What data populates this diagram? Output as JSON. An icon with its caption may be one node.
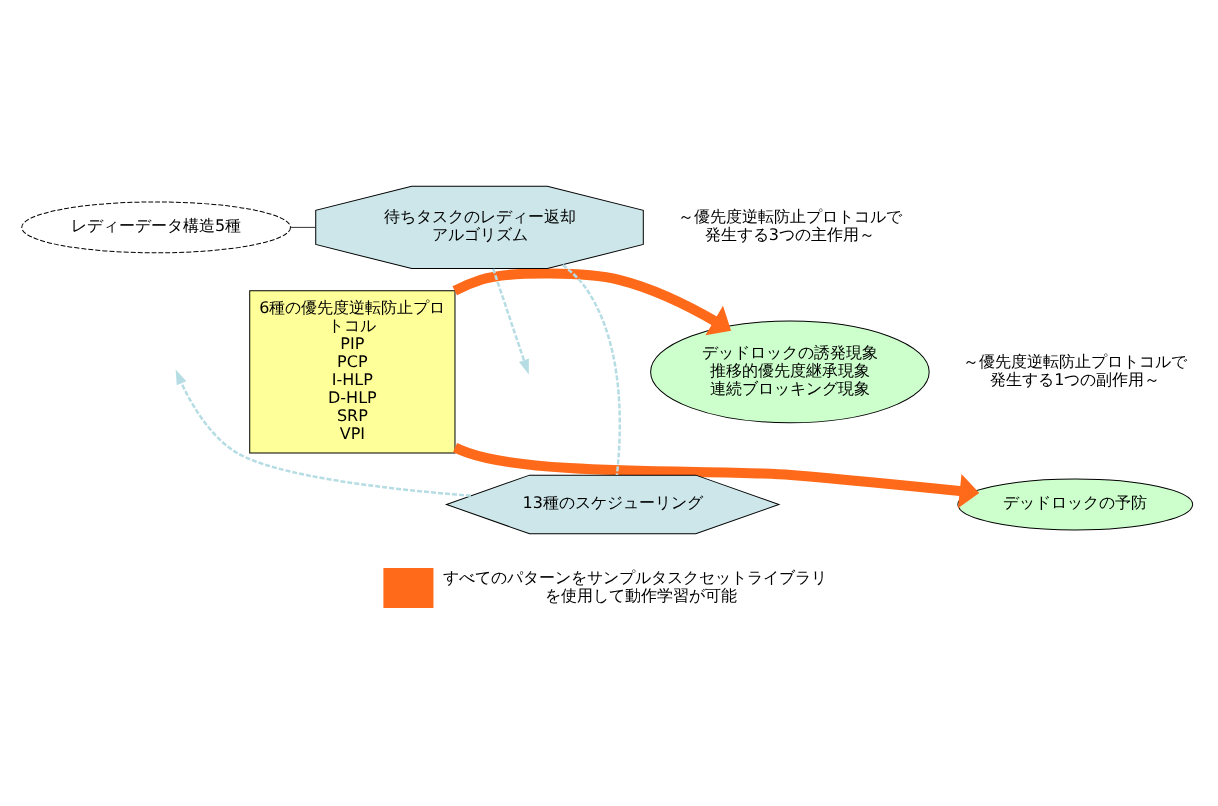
{
  "diagram": {
    "nodes": [
      {
        "text": [
          "6種の優先度逆転防止プロトコル",
          "PIP",
          "PCP",
          "I-HLP",
          "D-HLP",
          "SRP",
          "VPI"
        ]
      },
      {
        "text": [
          "待ちタスクのレディー返却アルゴリズム"
        ]
      },
      {
        "text": [
          "レディーデータ構造5種"
        ]
      },
      {
        "text": [
          "デッドロックの誘発現象",
          "推移的優先度継承現象",
          "連続ブロッキング現象"
        ]
      },
      {
        "text": [
          "デッドロックの予防"
        ]
      },
      {
        "text": [
          "13種のスケジューリング"
        ]
      }
    ],
    "edges": [
      {
        "from": 2,
        "to": 1,
        "arrow": "none",
        "color": "#333333"
      },
      {
        "from": 0,
        "to": 3,
        "arrow": "to",
        "style": "thick",
        "color": "#ff6a1a"
      },
      {
        "from": 0,
        "to": 4,
        "arrow": "to",
        "style": "thick",
        "color": "#ff6a1a"
      },
      {
        "from": 1,
        "to": null,
        "arrow": "to",
        "style": "dashed",
        "color": "#b7dde4"
      },
      {
        "from": 1,
        "to": 5,
        "arrow": "none",
        "style": "dashed",
        "color": "#b7dde4"
      },
      {
        "from": 5,
        "to": null,
        "arrow": "to",
        "style": "dashed",
        "color": "#b7dde4"
      }
    ],
    "labels": [
      "～優先度逆転防止プロトコルで発生する3つの主作用～",
      "～優先度逆転防止プロトコルで発生する1つの副作用～"
    ],
    "legend": [
      {
        "text": "すべてのパターンをサンプルタスクセットライブラリを使用して動作学習が可能"
      }
    ]
  }
}
